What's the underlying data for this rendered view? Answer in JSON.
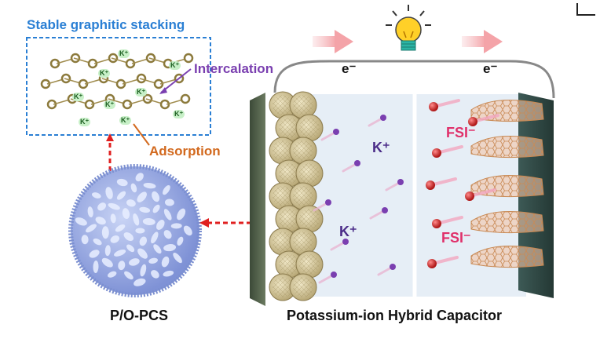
{
  "labels": {
    "stable_stacking": "Stable graphitic stacking",
    "intercalation": "Intercalation",
    "adsorption": "Adsorption",
    "electron_left": "e⁻",
    "electron_right": "e⁻",
    "k_ion_upper": "K⁺",
    "k_ion_lower": "K⁺",
    "fsi_upper": "FSI⁻",
    "fsi_lower": "FSI⁻",
    "material_name": "P/O-PCS",
    "device_name": "Potassium-ion Hybrid Capacitor"
  },
  "inset_k_labels": [
    "K⁺",
    "K⁺",
    "K⁺",
    "K⁺",
    "K⁺",
    "K⁺",
    "K⁺",
    "K⁺",
    "K⁺"
  ],
  "colors": {
    "title_blue": "#2a7fd4",
    "intercalation_purple": "#7a3fb0",
    "adsorption_orange": "#d2691e",
    "fsi_pink": "#e0306a",
    "k_purple": "#4b2c88"
  },
  "icons": [
    "lightbulb-icon",
    "arrow-right-icon",
    "arrow-right-icon"
  ]
}
